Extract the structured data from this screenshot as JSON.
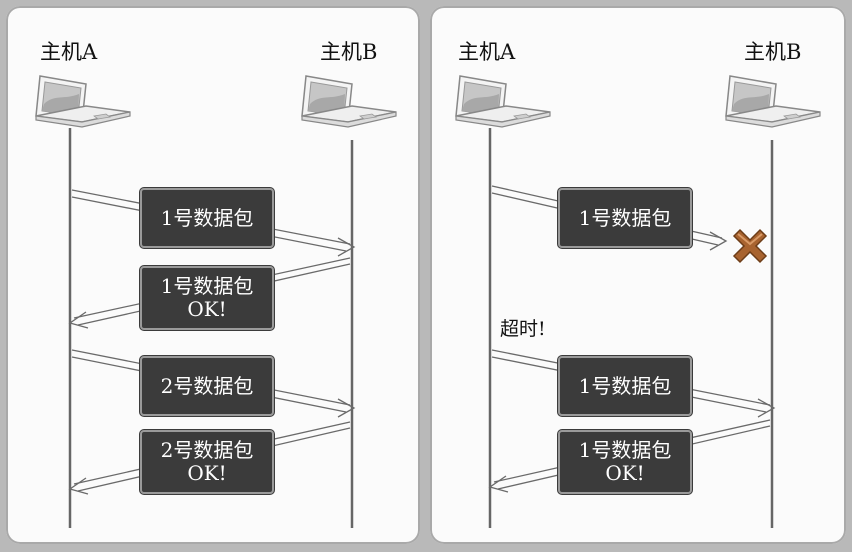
{
  "left": {
    "host_a": "主机A",
    "host_b": "主机B",
    "packets": [
      {
        "line1": "1号数据包",
        "line2": ""
      },
      {
        "line1": "1号数据包",
        "line2": "OK!"
      },
      {
        "line1": "2号数据包",
        "line2": ""
      },
      {
        "line1": "2号数据包",
        "line2": "OK!"
      }
    ]
  },
  "right": {
    "host_a": "主机A",
    "host_b": "主机B",
    "timeout_label": "超时!",
    "packets": [
      {
        "line1": "1号数据包",
        "line2": ""
      },
      {
        "line1": "1号数据包",
        "line2": ""
      },
      {
        "line1": "1号数据包",
        "line2": "OK!"
      }
    ]
  },
  "icons": {
    "host": "laptop-icon",
    "lost": "x-mark-icon"
  },
  "colors": {
    "packet_fill": "#3b3b3b",
    "packet_text": "#ffffff",
    "lost_mark": "#a05a2a"
  }
}
